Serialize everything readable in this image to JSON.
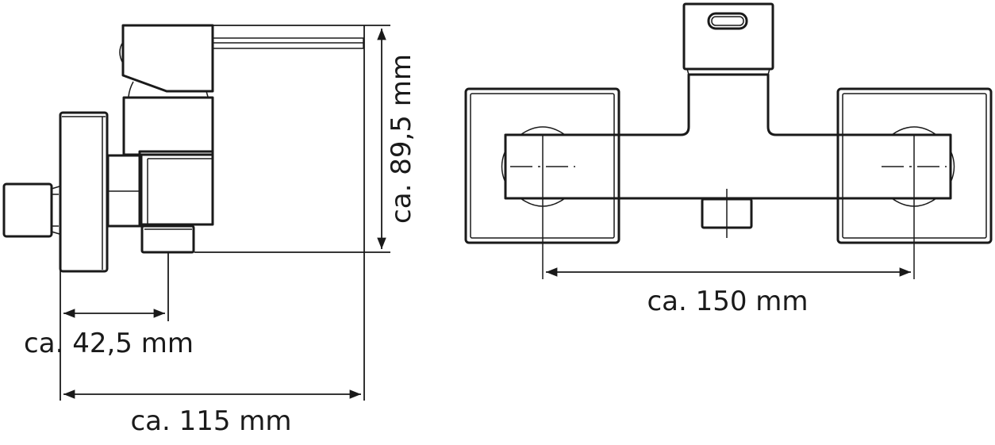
{
  "dimensions": {
    "height_label": "ca. 89,5 mm",
    "projection_label": "ca. 42,5 mm",
    "depth_label": "ca. 115 mm",
    "center_distance_label": "ca. 150 mm"
  },
  "colors": {
    "line": "#1a1a1a",
    "background": "#ffffff"
  }
}
